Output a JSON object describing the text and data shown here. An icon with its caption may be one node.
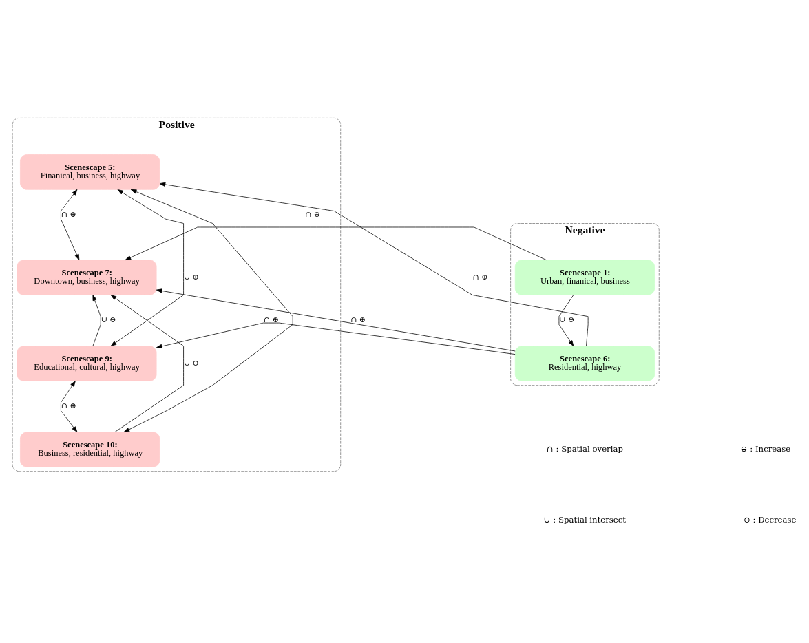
{
  "diagram": {
    "nodes": [
      {
        "text": [
          "Positive"
        ]
      },
      {
        "text": [
          "Scenescape 5:",
          "Finanical, business, highway"
        ],
        "in": 0
      },
      {
        "text": [
          "Scenescape 7:",
          "Downtown, business, highway"
        ],
        "in": 0
      },
      {
        "text": [
          "Scenescape 9:",
          "Educational, cultural, highway"
        ],
        "in": 0
      },
      {
        "text": [
          "Scenescape 10:",
          "Business, residential, highway"
        ],
        "in": 0
      },
      {
        "text": [
          "Negative"
        ]
      },
      {
        "text": [
          "Scenescape 1:",
          "Urban, finanical, business"
        ],
        "in": 5
      },
      {
        "text": [
          "Scenescape 6:",
          "Residential, highway"
        ],
        "in": 5
      }
    ],
    "edges": [
      {
        "from": 1,
        "to": 2,
        "arrow": "both",
        "label": "∩ ⊕"
      },
      {
        "from": 3,
        "to": 2,
        "arrow": "to",
        "label": "∪ ⊖"
      },
      {
        "from": 3,
        "to": 4,
        "arrow": "both",
        "label": "∩ ⊕"
      },
      {
        "from": 4,
        "to": 2,
        "arrow": "to",
        "label": "∪ ⊖"
      },
      {
        "from": 1,
        "to": 3,
        "arrow": "both",
        "label": "∪ ⊕"
      },
      {
        "from": 1,
        "to": 4,
        "arrow": "both"
      },
      {
        "from": 6,
        "to": 2,
        "arrow": "to",
        "label": "∩ ⊕"
      },
      {
        "from": 6,
        "to": 7,
        "arrow": "to",
        "label": "∪ ⊕"
      },
      {
        "from": 7,
        "to": 1,
        "arrow": "to",
        "label": "∩ ⊕"
      },
      {
        "from": 7,
        "to": 3,
        "arrow": "to",
        "label": "∩ ⊕"
      },
      {
        "from": 7,
        "to": 2,
        "arrow": "to",
        "label": "∩ ⊕"
      }
    ],
    "labels": [
      "∩ : Spatial overlap",
      "⊕ : Increase",
      "∪ : Spatial intersect",
      "⊖ : Decrease"
    ]
  }
}
